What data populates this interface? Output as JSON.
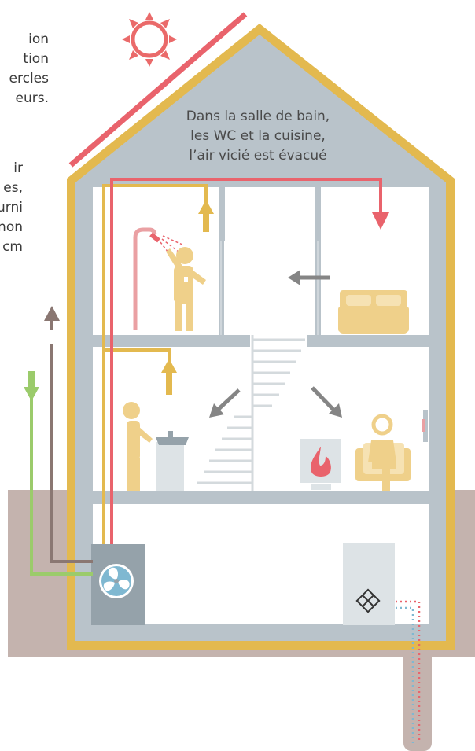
{
  "caption": {
    "lines": [
      "Dans la salle de bain,",
      "les WC et la cuisine,",
      "l’air vicié est évacué"
    ]
  },
  "side_text_a": [
    "ion",
    "tion",
    "ercles",
    "eurs."
  ],
  "side_text_b": [
    "ir",
    "es,",
    "urni",
    "non",
    "cm"
  ],
  "icons": [
    "sun-icon",
    "fan-icon",
    "heat-exchanger-icon",
    "fire-icon",
    "shower-icon",
    "bed-icon",
    "armchair-icon",
    "stove-icon"
  ],
  "colors": {
    "house_frame": "#e3b94f",
    "wall": "#b9c3ca",
    "ground": "#c4b3ae",
    "extract_air": "#e9636c",
    "fresh_air": "#9bcb6b",
    "exhaust_air": "#8a7772",
    "flow_arrow": "#858585",
    "people": "#efd08a",
    "sun": "#ea6a6a"
  }
}
